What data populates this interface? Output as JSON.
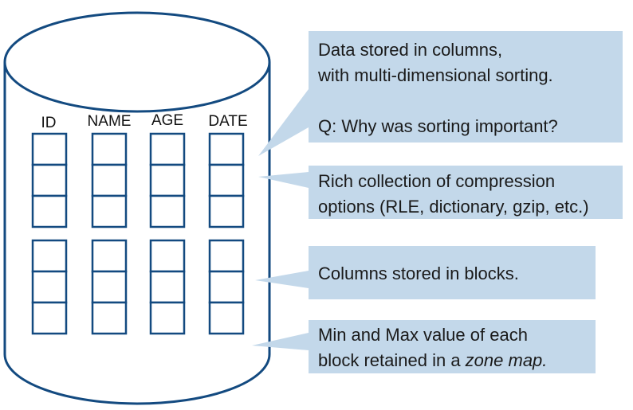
{
  "colors": {
    "outline": "#134a80",
    "callout_fill": "#c3d8ea",
    "text": "#1a1a1a"
  },
  "database": {
    "columns": [
      "ID",
      "NAME",
      "AGE",
      "DATE"
    ]
  },
  "callouts": [
    {
      "id": "sorting",
      "lines": [
        "Data stored in columns,",
        "with multi-dimensional sorting.",
        "",
        "Q: Why was sorting important?"
      ]
    },
    {
      "id": "compression",
      "lines": [
        "Rich collection of compression",
        "options (RLE, dictionary, gzip, etc.)"
      ]
    },
    {
      "id": "blocks",
      "lines": [
        "Columns stored in blocks."
      ]
    },
    {
      "id": "zonemap",
      "line1": "Min and Max value of each",
      "line2_prefix": "block retained in a ",
      "line2_italic": "zone map."
    }
  ]
}
